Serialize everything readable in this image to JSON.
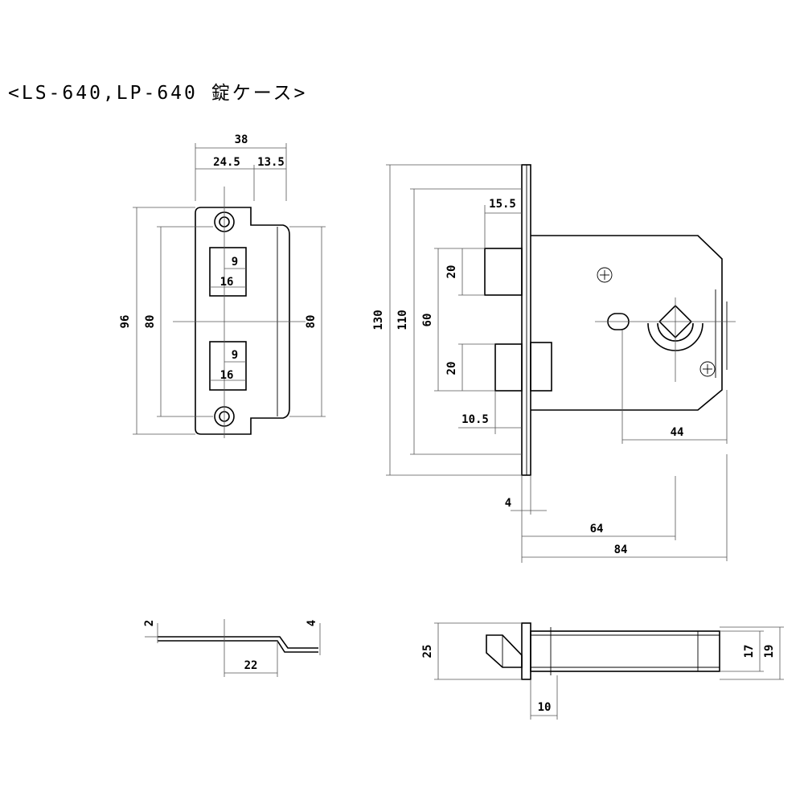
{
  "title": "<LS-640,LP-640 錠ケース>",
  "strike_front": {
    "width_total": "38",
    "width_left": "24.5",
    "width_right": "13.5",
    "height_total": "96",
    "hole_pitch_left": "80",
    "hole_pitch_right": "80",
    "window_upper_inner": "9",
    "window_upper_outer": "16",
    "window_lower_inner": "9",
    "window_lower_outer": "16"
  },
  "lock_case_front": {
    "faceplate_height": "130",
    "case_height": "110",
    "bolt_spacing": "60",
    "latch_projection": "15.5",
    "latch_height": "20",
    "deadbolt_height": "20",
    "deadbolt_projection": "10.5",
    "cylinder_to_back": "44",
    "faceplate_thickness": "4",
    "backset": "64",
    "case_depth": "84"
  },
  "strike_side": {
    "plate_thickness": "2",
    "lip_offset": "4",
    "lip_length": "22"
  },
  "lock_case_top": {
    "faceplate_width": "25",
    "case_thickness_inner": "17",
    "case_thickness_outer": "19",
    "faceplate_offset": "10"
  }
}
